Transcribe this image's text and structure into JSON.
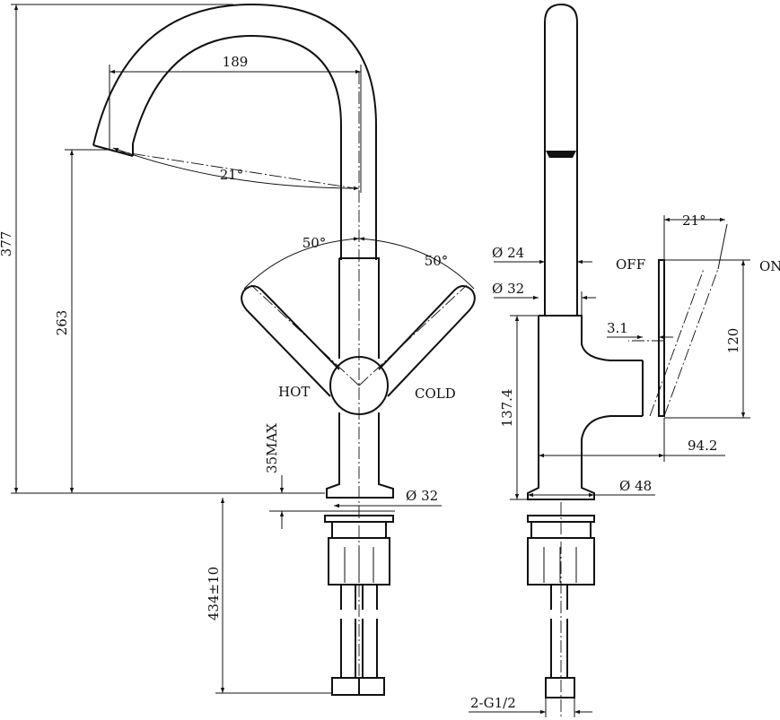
{
  "front_view": {
    "overall_height": "377",
    "spout_height": "263",
    "spout_reach": "189",
    "spout_angle": "21°",
    "lever_angle_left": "50°",
    "lever_angle_right": "50°",
    "hot_label": "HOT",
    "cold_label": "COLD",
    "deck_thickness": "35MAX",
    "hole_diameter": "Ø 32",
    "hose_length": "434±10"
  },
  "side_view": {
    "spout_diameter": "Ø 24",
    "body_diameter_top": "Ø 32",
    "lever_offset": "3.1",
    "lever_travel": "120",
    "lever_angle": "21°",
    "off_label": "OFF",
    "on_label": "ON",
    "body_height": "137.4",
    "lever_reach": "94.2",
    "base_diameter": "Ø 48",
    "connection": "2-G1/2"
  }
}
